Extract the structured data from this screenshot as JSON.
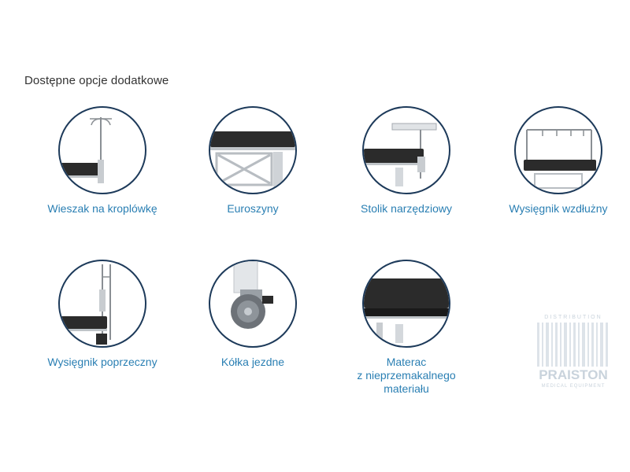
{
  "section": {
    "title": "Dostępne opcje dodatkowe"
  },
  "options": [
    {
      "label": "Wieszak na kroplówkę"
    },
    {
      "label": "Euroszyny"
    },
    {
      "label": "Stolik narzędziowy"
    },
    {
      "label": "Wysięgnik wzdłużny"
    },
    {
      "label": "Wysięgnik poprzeczny"
    },
    {
      "label": "Kółka jezdne"
    },
    {
      "label_lines": [
        "Materac",
        "z nieprzemakalnego",
        "materiału"
      ]
    }
  ],
  "watermark": {
    "top_text": "DISTRIBUTION",
    "brand": "PRAISTON",
    "sub_text": "MEDICAL EQUIPMENT"
  },
  "colors": {
    "circle_border": "#1d3a5a",
    "label": "#2a7fb3",
    "title": "#333333",
    "watermark": "#c9d3dc"
  }
}
